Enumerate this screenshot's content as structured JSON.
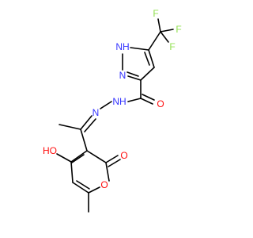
{
  "molecule": {
    "colors": {
      "carbon_bond": "#000000",
      "nitrogen": "#3333ff",
      "oxygen": "#ff0d0d",
      "fluorine": "#90e050"
    },
    "atom_labels": {
      "nh": "NH",
      "n_ring": "N",
      "o_amide": "O",
      "nh_hydrazide": "NH",
      "n_imine": "N",
      "oh": "HO",
      "o_carbonyl": "O",
      "o_ring": "O",
      "f1": "F",
      "f2": "F",
      "f3": "F"
    }
  }
}
